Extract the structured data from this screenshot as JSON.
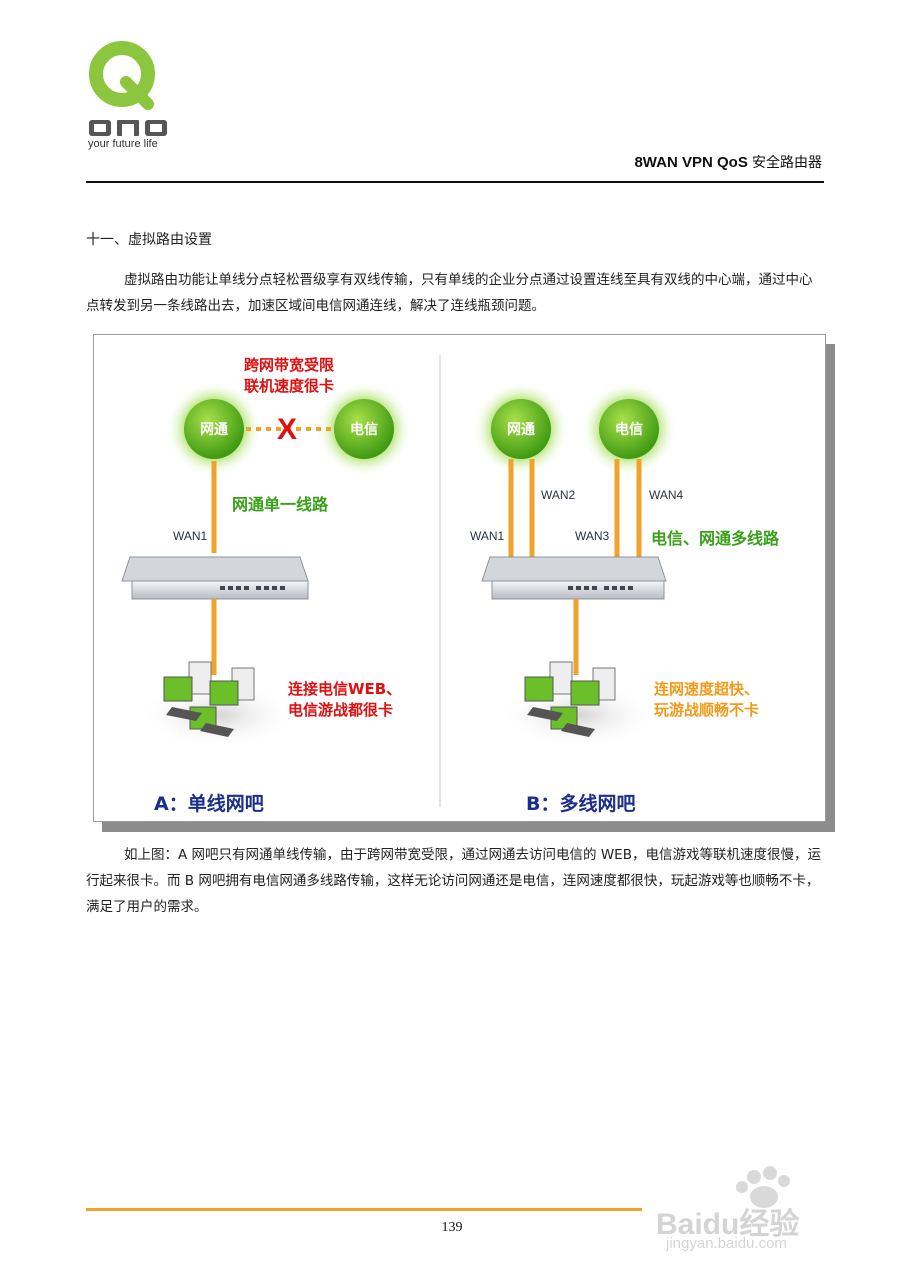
{
  "header": {
    "brand": "QNO",
    "tagline": "your future life",
    "product_title_en": "8WAN VPN QoS",
    "product_title_cn": "安全路由器"
  },
  "section": {
    "heading": "十一、虚拟路由设置",
    "intro": "虚拟路由功能让单线分点轻松晋级享有双线传输，只有单线的企业分点通过设置连线至具有双线的中心端，通过中心点转发到另一条线路出去，加速区域间电信网通连线，解决了连线瓶颈问题。"
  },
  "figure": {
    "left": {
      "warning_line1": "跨网带宽受限",
      "warning_line2": "联机速度很卡",
      "node_a": "网通",
      "node_b": "电信",
      "blocked_mark": "X",
      "line_label": "网通单一线路",
      "wan": "WAN1",
      "result_line1": "连接电信WEB、",
      "result_line2": "电信游战都很卡",
      "caption": "A：单线网吧"
    },
    "right": {
      "node_a": "网通",
      "node_b": "电信",
      "wan1": "WAN1",
      "wan2": "WAN2",
      "wan3": "WAN3",
      "wan4": "WAN4",
      "line_label": "电信、网通多线路",
      "result_line1": "连网速度超快、",
      "result_line2": "玩游战顺畅不卡",
      "caption": "B：多线网吧"
    }
  },
  "explanation": "如上图：A 网吧只有网通单线传输，由于跨网带宽受限，通过网通去访问电信的 WEB，电信游戏等联机速度很慢，运行起来很卡。而 B 网吧拥有电信网通多线路传输，这样无论访问网通还是电信，连网速度都很快，玩起游戏等也顺畅不卡，满足了用户的需求。",
  "footer": {
    "page_number": "139"
  },
  "watermark": {
    "text": "Baidu经验",
    "url": "jingyan.baidu.com"
  },
  "colors": {
    "orange_line": "#f0a22a",
    "node_green": "#7ccf2a",
    "warning_red": "#e01010",
    "label_green": "#3aa01a",
    "caption_navy": "#1a2e8a",
    "logo_green": "#8cc63f"
  }
}
